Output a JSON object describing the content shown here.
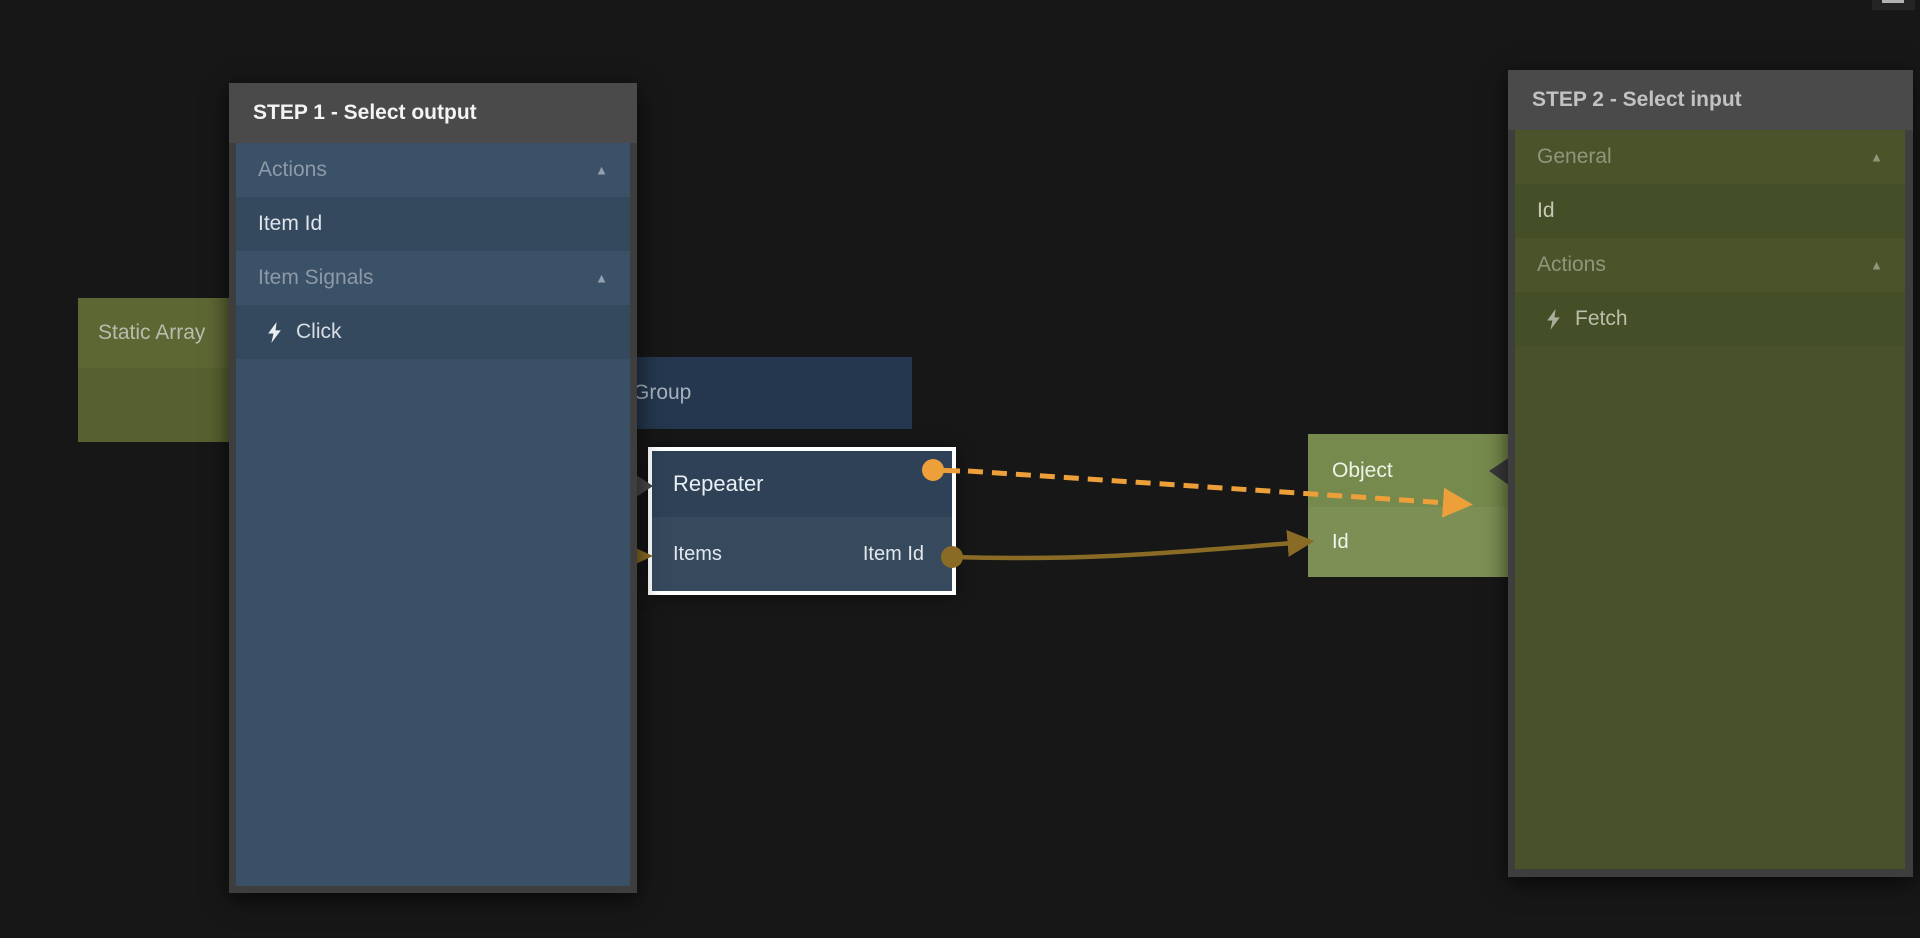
{
  "step1_panel": {
    "title": "STEP 1 - Select output",
    "items": [
      {
        "label": "Actions",
        "kind": "category"
      },
      {
        "label": "Item Id",
        "kind": "port"
      },
      {
        "label": "Item Signals",
        "kind": "category"
      },
      {
        "label": "Click",
        "kind": "signal"
      }
    ]
  },
  "step2_panel": {
    "title": "STEP 2 - Select input",
    "items": [
      {
        "label": "General",
        "kind": "category"
      },
      {
        "label": "Id",
        "kind": "port"
      },
      {
        "label": "Actions",
        "kind": "category"
      },
      {
        "label": "Fetch",
        "kind": "signal"
      }
    ]
  },
  "nodes": {
    "static_array": {
      "title": "Static Array"
    },
    "group": {
      "title": "Group"
    },
    "repeater": {
      "title": "Repeater",
      "ports": {
        "input": "Items",
        "output": "Item Id"
      }
    },
    "object": {
      "title": "Object",
      "ports": {
        "input": "Id"
      }
    }
  },
  "icons": {
    "collapse_arrow": "▲",
    "signal_icon": "lightning-bolt",
    "minimize_icon": "minimize-bar"
  },
  "colors": {
    "accent_amber": "#EDA03A",
    "connection_gold": "#8A6B26",
    "step1_body": "#3B5167",
    "step2_body": "#4A5329",
    "panel_header": "#4A4A4A",
    "background": "#171717"
  }
}
